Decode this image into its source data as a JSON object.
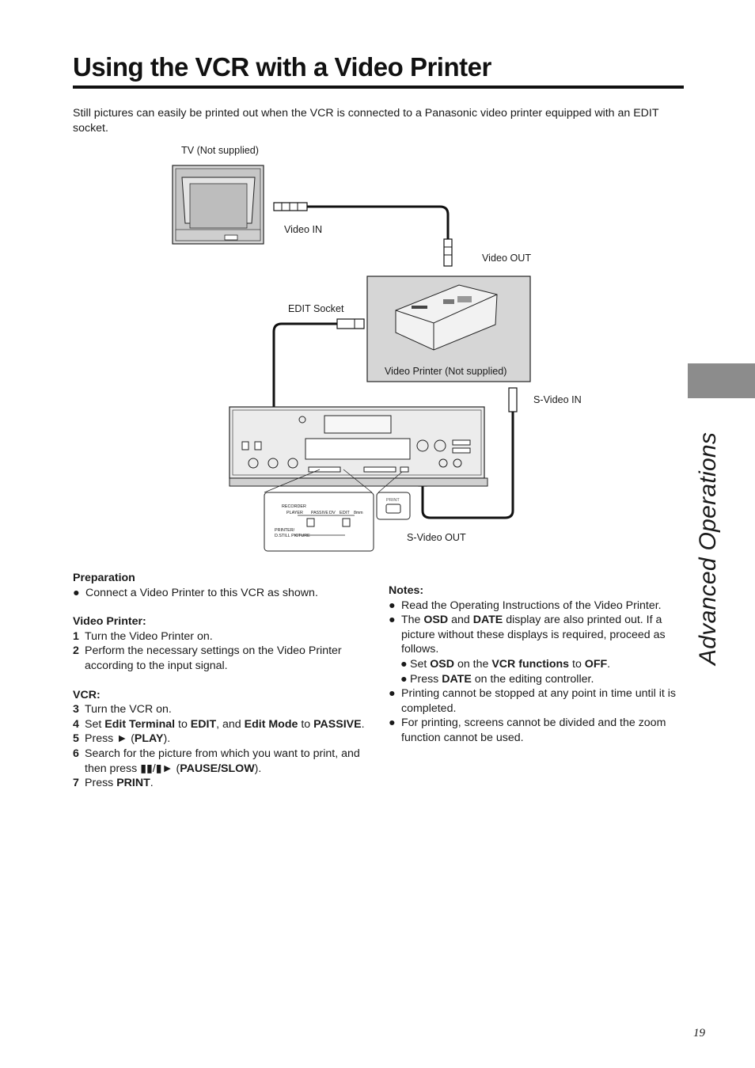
{
  "title": "Using the VCR with a Video Printer",
  "intro": "Still pictures can easily be printed out when the VCR is connected to a Panasonic video printer equipped with an EDIT socket.",
  "diagram": {
    "tv_label": "TV (Not supplied)",
    "video_in": "Video IN",
    "video_out": "Video OUT",
    "edit_socket": "EDIT Socket",
    "printer_label": "Video Printer  (Not supplied)",
    "s_video_in": "S-Video IN",
    "s_video_out": "S-Video OUT",
    "switch_panel": {
      "recorder": "RECORDER",
      "player": "PLAYER",
      "passive": "PASSIVE",
      "dv": "DV",
      "edit": "EDIT",
      "8mm": "8mm",
      "printer": "PRINTER/",
      "still_picture": "D.STILL PICTURE"
    },
    "print_button": "PRINT"
  },
  "preparation": {
    "heading": "Preparation",
    "bullet": "Connect a Video Printer to this VCR as shown."
  },
  "video_printer": {
    "heading": "Video Printer:",
    "step1_num": "1",
    "step1": "Turn the Video Printer on.",
    "step2_num": "2",
    "step2": "Perform the necessary settings on the Video Printer according to the input signal."
  },
  "vcr": {
    "heading": "VCR:",
    "step3_num": "3",
    "step3": "Turn the VCR on.",
    "step4_num": "4",
    "step4_a": "Set ",
    "step4_b": "Edit Terminal",
    "step4_c": " to ",
    "step4_d": "EDIT",
    "step4_e": ", and ",
    "step4_f": "Edit Mode",
    "step4_g": " to ",
    "step4_h": "PASSIVE",
    "step4_i": ".",
    "step5_num": "5",
    "step5_a": "Press ► (",
    "step5_b": "PLAY",
    "step5_c": ").",
    "step6_num": "6",
    "step6_a": "Search for the picture from which you want to print, and then press ▮▮/▮► (",
    "step6_b": "PAUSE/SLOW",
    "step6_c": ").",
    "step7_num": "7",
    "step7_a": "Press ",
    "step7_b": "PRINT",
    "step7_c": "."
  },
  "notes": {
    "heading": "Notes:",
    "n1": "Read the Operating Instructions of the Video Printer.",
    "n2_a": "The ",
    "n2_b": "OSD",
    "n2_c": " and ",
    "n2_d": "DATE",
    "n2_e": " display are also printed out.  If a picture without these displays is required, proceed as follows.",
    "s1_a": "Set ",
    "s1_b": "OSD",
    "s1_c": " on the ",
    "s1_d": "VCR functions",
    "s1_e": " to ",
    "s1_f": "OFF",
    "s1_g": ".",
    "s2_a": "Press ",
    "s2_b": "DATE",
    "s2_c": " on the editing controller.",
    "n3": "Printing cannot be stopped at any point in time until it is completed.",
    "n4": "For printing, screens cannot be divided and the zoom function cannot be used."
  },
  "bullet_char": "●",
  "side_tab": "Advanced Operations",
  "page_number": "19"
}
